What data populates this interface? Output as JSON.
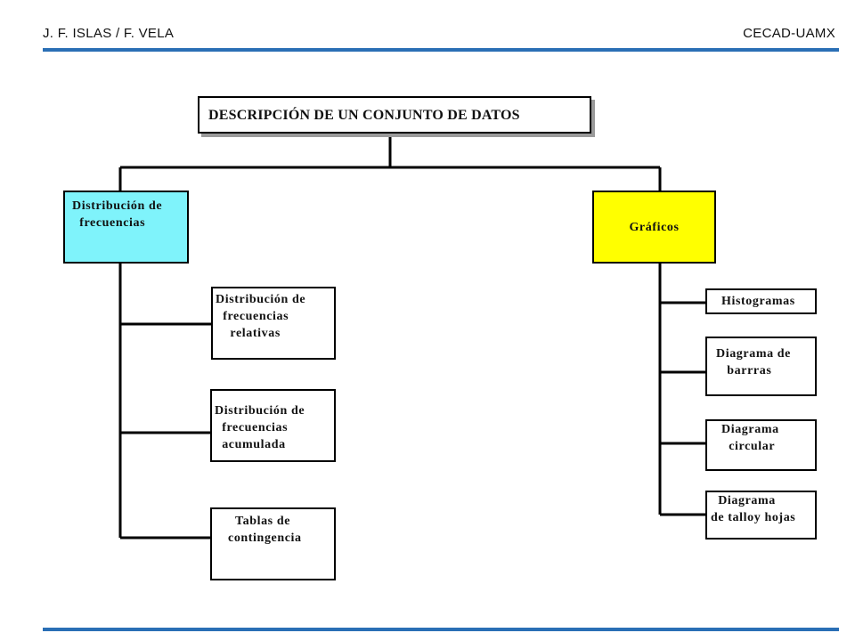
{
  "header": {
    "left": "J. F. ISLAS / F. VELA",
    "right": "CECAD-UAMX"
  },
  "diagram": {
    "root": "DESCRIPCIÓN DE UN CONJUNTO DE DATOS",
    "left_branch": {
      "title": [
        "Distribución de",
        "  frecuencias"
      ],
      "color": "#7ff3fb",
      "children": [
        [
          "Distribución de",
          "  frecuencias",
          "    relativas"
        ],
        [
          "Distribución de",
          "  frecuencias",
          "  acumulada"
        ],
        [
          "  Tablas de",
          "contingencia"
        ]
      ]
    },
    "right_branch": {
      "title": [
        "Gráficos"
      ],
      "color": "#ffff00",
      "children": [
        [
          "Histogramas"
        ],
        [
          "Diagrama de",
          "   barrras"
        ],
        [
          "Diagrama",
          "  circular"
        ],
        [
          "  Diagrama",
          "de talloy hojas"
        ]
      ]
    }
  }
}
